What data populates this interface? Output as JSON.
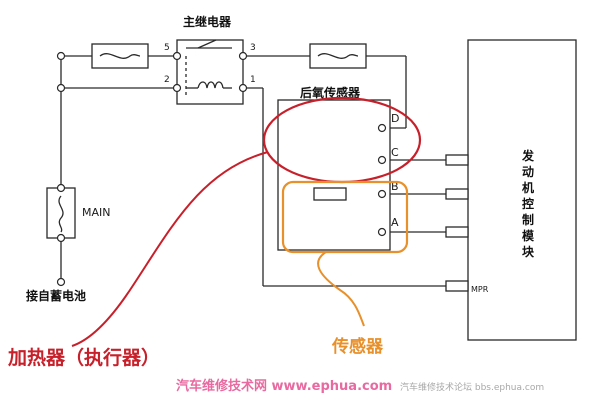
{
  "relay": {
    "title": "主继电器",
    "pin5": "5",
    "pin3": "3",
    "pin2": "2",
    "pin1": "1"
  },
  "fuse": {
    "label": "MAIN"
  },
  "battery": {
    "label": "接自蓄电池"
  },
  "sensor": {
    "title": "后氧传感器",
    "pinD": "D",
    "pinC": "C",
    "pinB": "B",
    "pinA": "A"
  },
  "ecm": {
    "label_lines": [
      "发",
      "动",
      "机",
      "控",
      "制",
      "模",
      "块"
    ],
    "mpr": "MPR"
  },
  "annotations": {
    "heater": "加热器（执行器）",
    "sensor": "传感器",
    "heater_color": "#c8202a",
    "sensor_color": "#e8902a"
  },
  "watermark": {
    "left": "汽车维修技术网 www.ephua.com",
    "right": "汽车维修技术论坛 bbs.ephua.com"
  }
}
